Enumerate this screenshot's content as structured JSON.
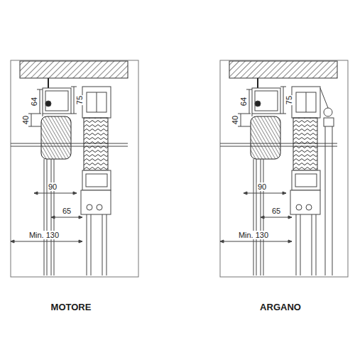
{
  "diagram": {
    "labels": [
      "40",
      "64",
      "75",
      "90",
      "65",
      "Min. 130",
      "MOTORE",
      "40",
      "64",
      "75",
      "90",
      "65",
      "Min. 130",
      "ARGANO"
    ]
  }
}
